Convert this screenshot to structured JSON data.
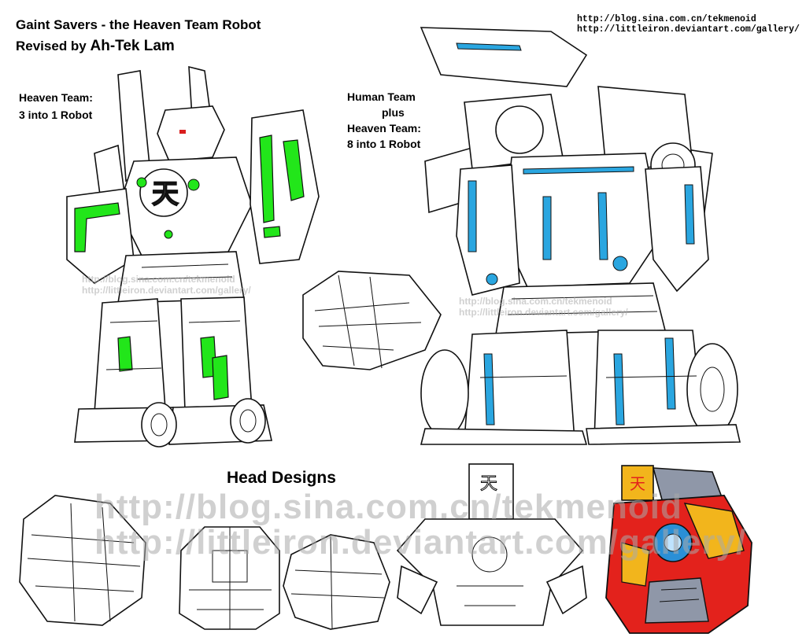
{
  "header": {
    "title": "Gaint Savers - the Heaven Team Robot",
    "revised_prefix": "Revised by",
    "artist": "Ah-Tek Lam"
  },
  "urls": {
    "blog": "http://blog.sina.com.cn/tekmenoid",
    "gallery": "http://littleiron.deviantart.com/gallery/"
  },
  "labels": {
    "left_line1": "Heaven Team:",
    "left_line2": "3 into 1 Robot",
    "right_line1": "Human Team",
    "right_line2": "plus",
    "right_line3": "Heaven Team:",
    "right_line4": "8 into 1 Robot",
    "heads": "Head Designs"
  },
  "watermarks": {
    "big_line1": "http://blog.sina.com.cn/tekmenoid",
    "big_line2": "http://littleiron.deviantart.com/gallery/",
    "small_line1": "http://blog.sina.com.cn/tekmenoid",
    "small_line2": "http://littleiron.deviantart.com/gallery/"
  },
  "colors": {
    "left_robot_accent": "#22e61a",
    "right_robot_accent": "#2aa6e0",
    "head_red": "#e3221c",
    "head_grey": "#8f97a8",
    "head_yellow": "#f2b51c",
    "head_blue": "#2a8fd6"
  }
}
